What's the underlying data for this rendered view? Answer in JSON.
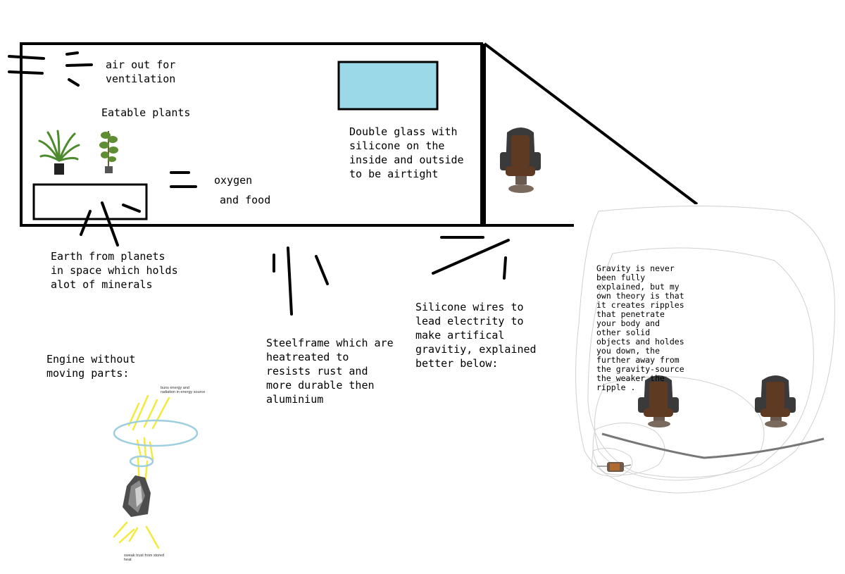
{
  "labels": {
    "ventilation": "air out for\nventilation",
    "plants": "Eatable plants",
    "oxygen": "oxygen",
    "food": "and food",
    "glass": "Double glass with\nsilicone on the\ninside and outside\nto be airtight",
    "earth": "Earth from planets\nin space which holds\nalot of minerals",
    "steel": "Steelframe which are\nheatreated to\nresists rust and\nmore durable then\naluminium",
    "wires": "Silicone wires to\nlead electrity to\nmake artifical\ngravitiy, explained\nbetter below:",
    "engine": "Engine without\nmoving parts:",
    "engine_top": "buns energy and\nradiation in energy source",
    "engine_bottom": "sweak trust from stored\nheat",
    "gravity": "Gravity is never\nbeen fully\nexplained, but my\nown theory is that\nit creates ripples\nthat penetrate\nyour body and\nother solid\nobjects and holdes\nyou down, the\nfurther away from\nthe gravity-source\nthe weaker the\nripple ."
  },
  "colors": {
    "window_fill": "#9bd9e8",
    "engine_ring": "#9dcfe0",
    "rays": "#f3ea3c",
    "chair_leather": "#5e3a22",
    "chair_shell": "#3a3a3a",
    "plant_green": "#4c8a2e"
  },
  "icons": [
    "plant-icon",
    "chair-icon",
    "crystal-icon",
    "motor-icon"
  ]
}
